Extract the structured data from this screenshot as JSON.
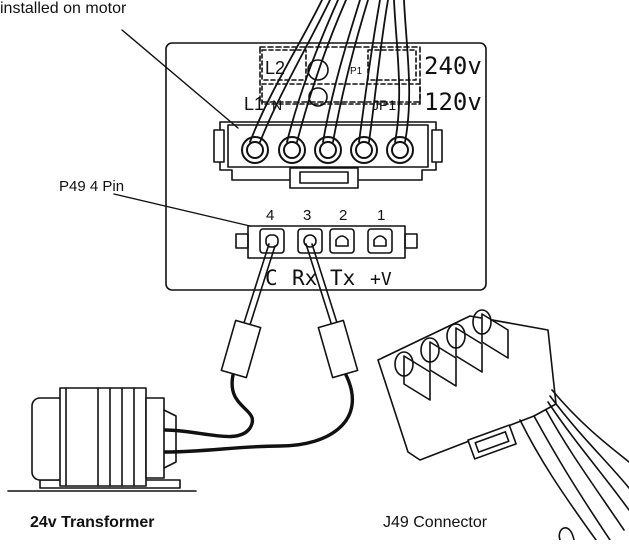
{
  "labels": {
    "installed_on_motor": "installed on motor",
    "p49_pin": "P49 4 Pin",
    "transformer": "24v Transformer",
    "j49_connector": "J49 Connector"
  },
  "voltage_labels": {
    "high": "240v",
    "low": "120v"
  },
  "terminal_labels": {
    "l1": "L1",
    "l2": "L2",
    "n": "N",
    "p1": "P1",
    "jp1": "JP1"
  },
  "pin_numbers": [
    "4",
    "3",
    "2",
    "1"
  ],
  "pin_signals": [
    "C",
    "Rx",
    "Tx",
    "+V"
  ]
}
